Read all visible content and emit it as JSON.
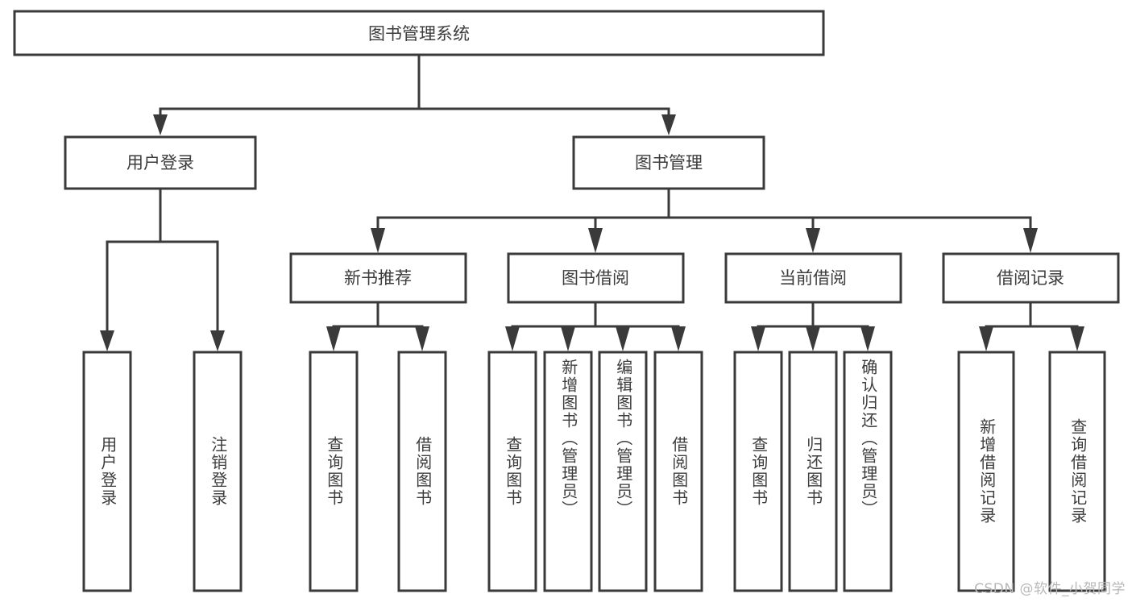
{
  "diagram": {
    "type": "tree-hierarchy",
    "title": "图书管理系统",
    "watermark": "CSDN @软件_小贺同学",
    "colors": {
      "stroke": "#3a3a3a",
      "fill": "#ffffff",
      "text": "#3c3c3c",
      "watermark": "#b8b8b8",
      "background": "#ffffff"
    },
    "root": {
      "label": "图书管理系统"
    },
    "level2": [
      {
        "label": "用户登录"
      },
      {
        "label": "图书管理"
      }
    ],
    "level3": [
      {
        "label": "新书推荐"
      },
      {
        "label": "图书借阅"
      },
      {
        "label": "当前借阅"
      },
      {
        "label": "借阅记录"
      }
    ],
    "leaves": {
      "user_login": [
        {
          "label": "用户登录"
        },
        {
          "label": "注销登录"
        }
      ],
      "new_book_recommend": [
        {
          "label": "查询图书"
        },
        {
          "label": "借阅图书"
        }
      ],
      "book_borrow": [
        {
          "label": "查询图书"
        },
        {
          "label": "新增图书（管理员）"
        },
        {
          "label": "编辑图书（管理员）"
        },
        {
          "label": "借阅图书"
        }
      ],
      "current_borrow": [
        {
          "label": "查询图书"
        },
        {
          "label": "归还图书"
        },
        {
          "label": "确认归还（管理员）"
        }
      ],
      "borrow_records": [
        {
          "label": "新增借阅记录"
        },
        {
          "label": "查询借阅记录"
        }
      ]
    }
  }
}
